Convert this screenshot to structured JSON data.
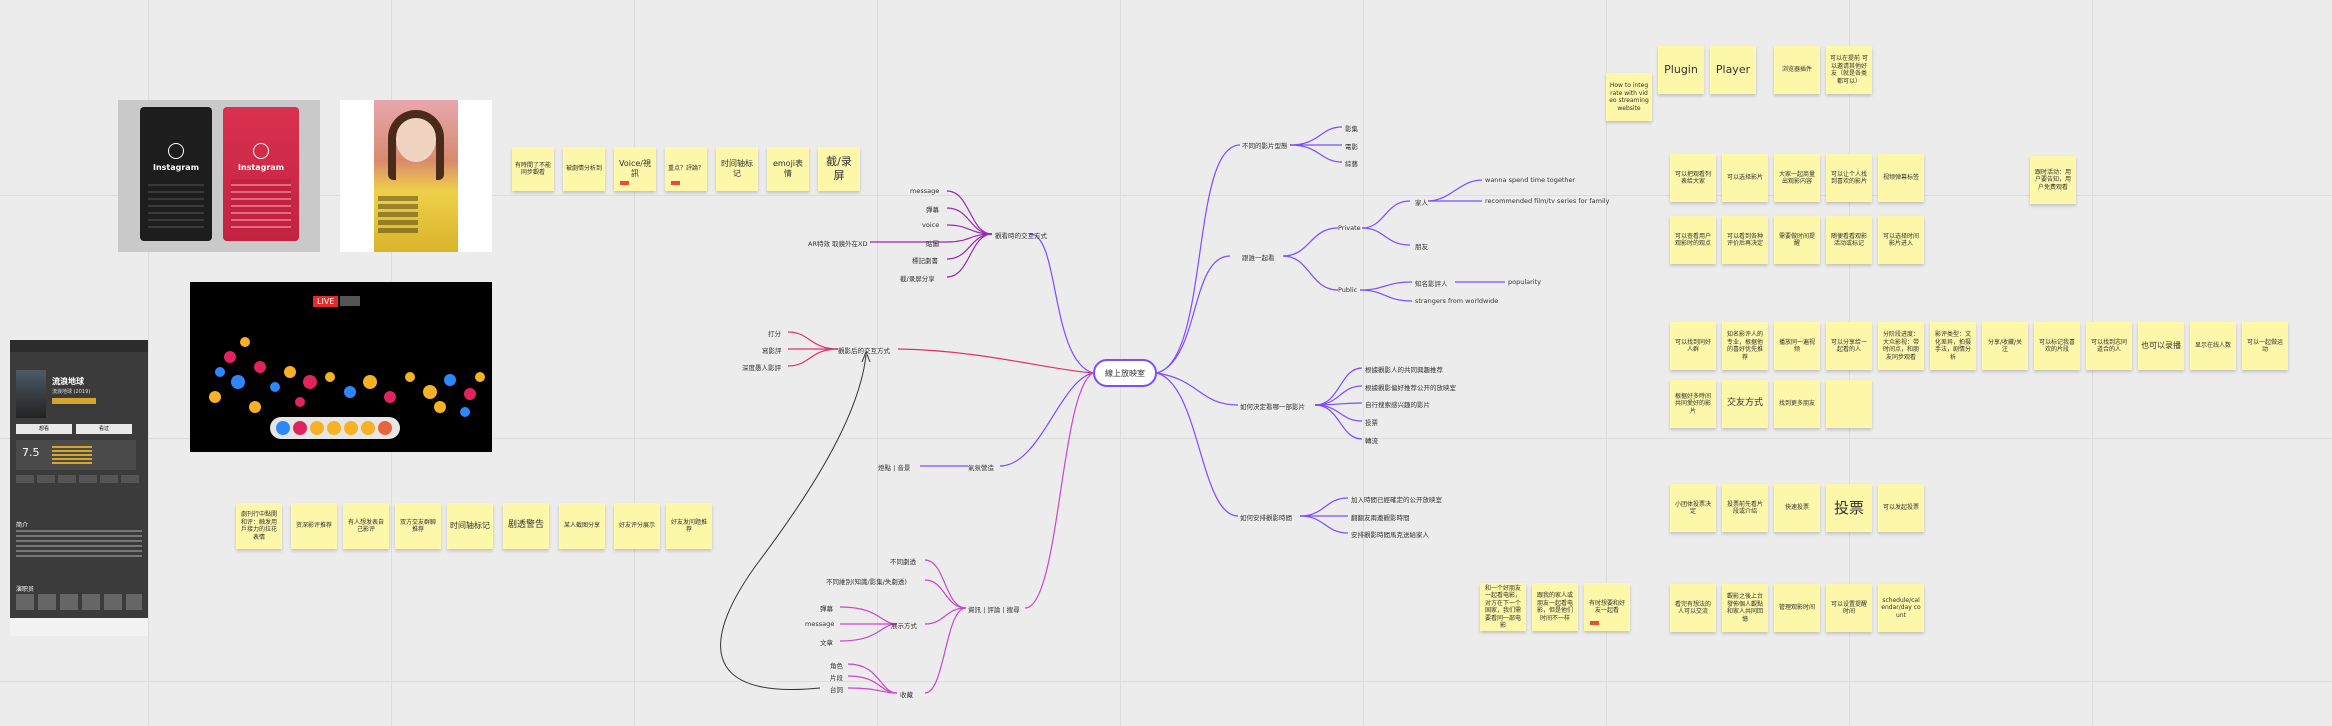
{
  "mindmap": {
    "root": "線上放映室",
    "branches": {
      "b1": {
        "label": "不同的影片型態",
        "leaves": [
          "影集",
          "電影",
          "綜藝"
        ]
      },
      "b2": {
        "label": "觀看時的交互方式",
        "leaves": [
          "message",
          "彈幕",
          "voice",
          "貼圖",
          "標記劇書",
          "截/录屏分享"
        ],
        "extra": "AR特效 取鏡外在XD"
      },
      "b3": {
        "label": "觀影后的交互方式",
        "leaves": [
          "打分",
          "寫影評",
          "深度愚人影評"
        ]
      },
      "b4": {
        "label": "跟誰一起看",
        "private": "Private",
        "family": "家人",
        "wanna": "wanna spend time together",
        "recommend": "recommended film/tv series for family",
        "friends": "朋友",
        "public": "Public",
        "known": "知名影評人",
        "popularity": "popularity",
        "strangers": "strangers from worldwide"
      },
      "b5": {
        "label": "如何決定看哪一部影片",
        "leaves": [
          "根據觀影人的共同興趣推荐",
          "根據觀影偏好推荐公开的放映室",
          "自行搜索感兴趣的影片",
          "投票",
          "轉流"
        ]
      },
      "b6": {
        "label": "如何安排觀影時間",
        "leaves": [
          "加入時間已經確定的公开放映室",
          "翻翻友兩邀觀影時間",
          "安排觀影時間馬克送給家人"
        ]
      },
      "b7": {
        "label": "氣氛營造",
        "extra": "燈點 | 音景"
      },
      "b8": {
        "label": "資訊 | 評論 | 搜尋",
        "leaves": [
          "不同劇透",
          "不同維別(知識/影集/失劇透)",
          "展示方式",
          "收藏"
        ],
        "display": [
          "彈幕",
          "message",
          "文章"
        ],
        "collect": [
          "角色",
          "片段",
          "台詞"
        ]
      }
    }
  },
  "stickies": {
    "row1": [
      "有時間了不能同步觀看",
      "被劇情分析到",
      "Voice/視訊",
      "重点？評論？",
      "时间轴标记",
      "emoji表情",
      "截/录屏"
    ],
    "row2": [
      "劇刊行中點開和评：触发用戶接力的拉花表情",
      "资深影评推荐",
      "有人想发表自己影评",
      "双方交友群聊推荐",
      "时间轴标记",
      "剧透警告",
      "某人截图分享",
      "好友评分展示",
      "好友发问题推荐"
    ],
    "top_right": [
      "How to integrate with video streaming website",
      "Plugin",
      "Player",
      "浏览器插件",
      "可以在提前 可以邀请其他好友（就是各类都可以）"
    ],
    "right_col": [
      "跟时活动：用户要告知，用户免费观看"
    ],
    "grid_a": [
      "可以把观看列表给大家",
      "可以选择影片",
      "大家一起商量出观影内容",
      "可以让个人找到喜欢的影片",
      "视频弹幕标签",
      "可以查看用户观影时的观点",
      "可以看到各种评价后再决定",
      "需要做时间提醒",
      "随便看看观影活动或标记",
      "可以选择时间影片进入"
    ],
    "grid_b": [
      "可以找到同好人群",
      "知名影评人的专业，根据他的喜好优先推荐",
      "播放同一遍视频",
      "可以分享给一起看的人",
      "分阶段进度：大众影视：带时间点，和朋友同步观看",
      "影评类型：文化差异，拍摄手法，剧情分析",
      "分享/收藏/关注",
      "可以标记我喜欢的片段",
      "可以找到志同道合的人",
      "也可以录播",
      "显示在线人数",
      "可以一起做运动"
    ],
    "grid_c": [
      "根据好多時间共同愛好的影片",
      "交友方式",
      "找到更多朋友"
    ],
    "grid_d": [
      "小团体投票决定",
      "投票前先看片段或介绍",
      "快速投票",
      "投票",
      "可以发起投票"
    ],
    "grid_e": [
      "看完有想法的人可以交流",
      "觀影之後上台發佈個人觀點和家人共同回憶",
      "管理观影时间",
      "可以设置提醒时间",
      "schedule/calendar/day count"
    ],
    "bottom_mid": [
      "和一个好朋友一起看电影，对方在下一个国家，我们需要看同一部电影",
      "跟我的家人或朋友一起看电影，但是他们时间不一样",
      "有时想要和好友一起看"
    ]
  },
  "screenshots": {
    "live": "LIVE",
    "movie_title": "流浪地球",
    "movie_subtitle": "流浪地球 (2019)",
    "rating": "7.5",
    "want": "想看",
    "seen": "看过",
    "intro": "简介",
    "cast": "演职员",
    "insta": "Instagram"
  },
  "colors": {
    "purple": "#7c4dff",
    "pink": "#e040a0",
    "sticky": "#fdf7a9"
  }
}
